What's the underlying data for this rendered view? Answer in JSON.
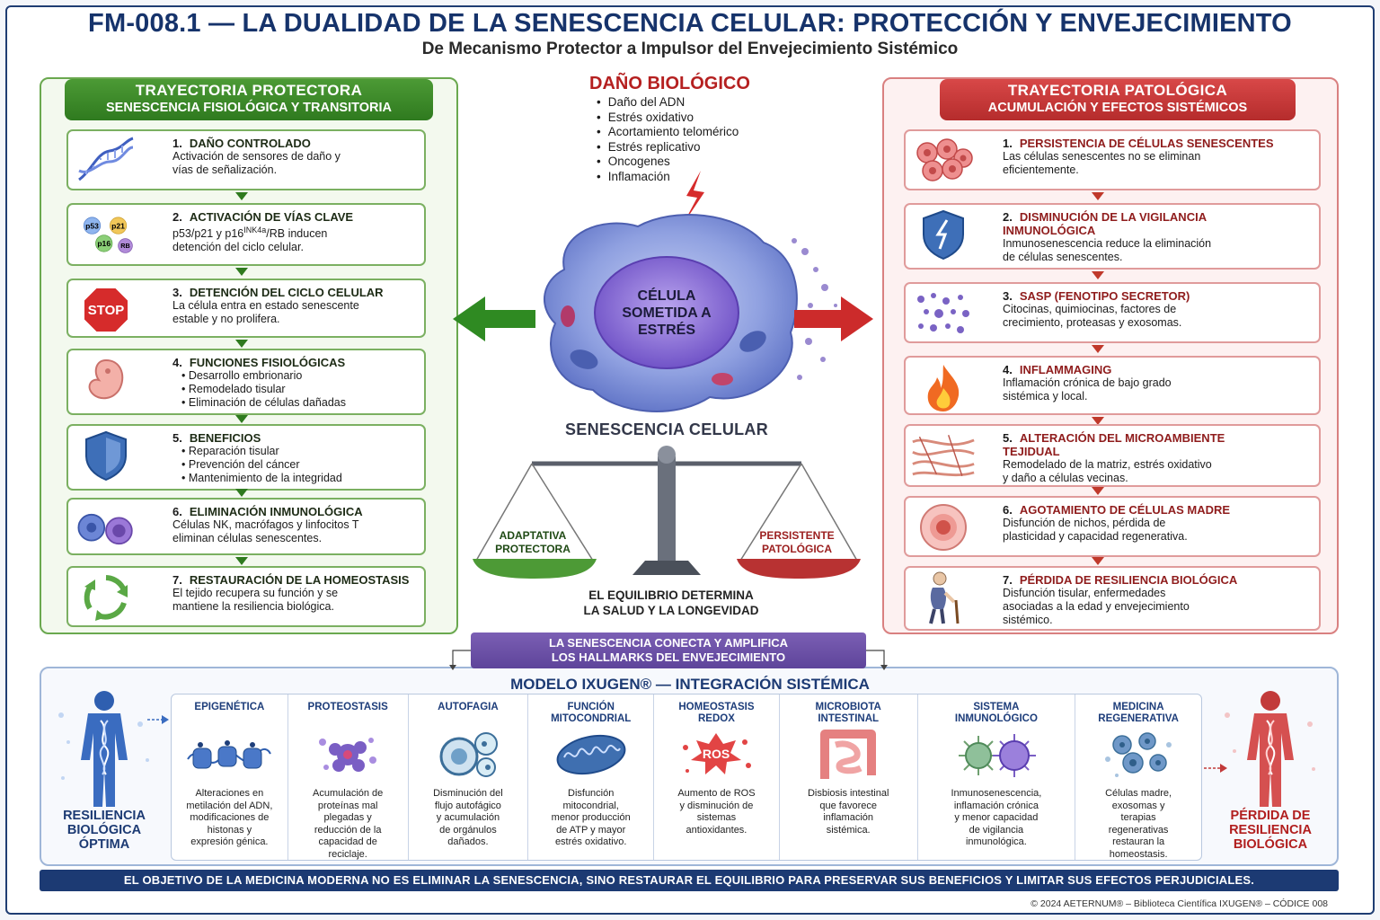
{
  "header": {
    "title": "FM-008.1 — LA DUALIDAD DE LA SENESCENCIA CELULAR: PROTECCIÓN Y ENVEJECIMIENTO",
    "subtitle": "De Mecanismo Protector a Impulsor del Envejecimiento Sistémico"
  },
  "left_panel": {
    "title": "TRAYECTORIA PROTECTORA",
    "subtitle": "SENESCENCIA FISIOLÓGICA Y TRANSITORIA",
    "steps": [
      {
        "num": "1.",
        "title": "DAÑO CONTROLADO",
        "lines": [
          "Activación de sensores de daño y",
          "vías de señalización."
        ],
        "icon": "dna-icon"
      },
      {
        "num": "2.",
        "title": "ACTIVACIÓN DE VÍAS CLAVE",
        "line1_pre": "p53/p21 y p16",
        "line1_sup": "INK4a",
        "line1_post": "/RB inducen",
        "line2": "detención del ciclo celular.",
        "icon": "pathway-proteins-icon",
        "proteins": [
          "p53",
          "p21",
          "p16",
          "RB"
        ]
      },
      {
        "num": "3.",
        "title": "DETENCIÓN DEL CICLO CELULAR",
        "lines": [
          "La célula entra en estado senescente",
          "estable y no prolifera."
        ],
        "icon": "stop-sign-icon",
        "stop_label": "STOP"
      },
      {
        "num": "4.",
        "title": "FUNCIONES FISIOLÓGICAS",
        "bullets": [
          "Desarrollo embrionario",
          "Remodelado tisular",
          "Eliminación de células dañadas"
        ],
        "icon": "embryo-icon"
      },
      {
        "num": "5.",
        "title": "BENEFICIOS",
        "bullets": [
          "Reparación tisular",
          "Prevención del cáncer",
          "Mantenimiento de la integridad"
        ],
        "icon": "shield-icon"
      },
      {
        "num": "6.",
        "title": "ELIMINACIÓN INMUNOLÓGICA",
        "lines": [
          "Células NK, macrófagos y linfocitos T",
          "eliminan células senescentes."
        ],
        "icon": "immune-cells-icon"
      },
      {
        "num": "7.",
        "title": "RESTAURACIÓN DE LA HOMEOSTASIS",
        "lines": [
          "El tejido recupera su función y se",
          "mantiene la resiliencia biológica."
        ],
        "icon": "recycle-icon"
      }
    ]
  },
  "right_panel": {
    "title": "TRAYECTORIA PATOLÓGICA",
    "subtitle": "ACUMULACIÓN Y EFECTOS SISTÉMICOS",
    "steps": [
      {
        "num": "1.",
        "title": "PERSISTENCIA DE CÉLULAS SENESCENTES",
        "lines": [
          "Las células senescentes no se eliminan",
          "eficientemente."
        ],
        "icon": "cell-cluster-icon"
      },
      {
        "num": "2.",
        "title": "DISMINUCIÓN DE LA VIGILANCIA",
        "title2": "INMUNOLÓGICA",
        "lines": [
          "Inmunosenescencia reduce la eliminación",
          "de células senescentes."
        ],
        "icon": "broken-shield-icon"
      },
      {
        "num": "3.",
        "title": "SASP (FENOTIPO SECRETOR)",
        "lines": [
          "Citocinas, quimiocinas, factores de",
          "crecimiento, proteasas y exosomas."
        ],
        "icon": "secretion-dots-icon"
      },
      {
        "num": "4.",
        "title": "INFLAMMAGING",
        "lines": [
          "Inflamación crónica de bajo grado",
          "sistémica y local."
        ],
        "icon": "flame-icon"
      },
      {
        "num": "5.",
        "title": "ALTERACIÓN DEL MICROAMBIENTE",
        "title2": "TEJIDUAL",
        "lines": [
          "Remodelado de la matriz, estrés oxidativo",
          "y daño a células vecinas."
        ],
        "icon": "tissue-fibers-icon"
      },
      {
        "num": "6.",
        "title": "AGOTAMIENTO DE CÉLULAS MADRE",
        "lines": [
          "Disfunción de nichos, pérdida de",
          "plasticidad y capacidad regenerativa."
        ],
        "icon": "stem-cell-icon"
      },
      {
        "num": "7.",
        "title": "PÉRDIDA DE RESILIENCIA BIOLÓGICA",
        "lines": [
          "Disfunción tisular, enfermedades",
          "asociadas a la edad y envejecimiento",
          "sistémico."
        ],
        "icon": "elderly-person-icon"
      }
    ]
  },
  "center": {
    "damage_title": "DAÑO BIOLÓGICO",
    "damage_items": [
      "Daño del ADN",
      "Estrés oxidativo",
      "Acortamiento telomérico",
      "Estrés replicativo",
      "Oncogenes",
      "Inflamación"
    ],
    "cell_label_lines": [
      "CÉLULA",
      "SOMETIDA A",
      "ESTRÉS"
    ],
    "senescence_title": "SENESCENCIA CELULAR",
    "left_pan_lines": [
      "ADAPTATIVA",
      "PROTECTORA"
    ],
    "right_pan_lines": [
      "PERSISTENTE",
      "PATOLÓGICA"
    ],
    "balance_text_lines": [
      "EL EQUILIBRIO DETERMINA",
      "LA SALUD Y LA LONGEVIDAD"
    ],
    "connect_lines": [
      "LA SENESCENCIA CONECTA Y AMPLIFICA",
      "LOS HALLMARKS DEL ENVEJECIMIENTO"
    ]
  },
  "model": {
    "title": "MODELO IXUGEN® — INTEGRACIÓN SISTÉMICA",
    "left_label_lines": [
      "RESILIENCIA",
      "BIOLÓGICA",
      "ÓPTIMA"
    ],
    "right_label_lines": [
      "PÉRDIDA DE",
      "RESILIENCIA",
      "BIOLÓGICA"
    ],
    "hallmarks": [
      {
        "name_lines": [
          "EPIGENÉTICA"
        ],
        "desc_lines": [
          "Alteraciones en",
          "metilación del ADN,",
          "modificaciones de",
          "histonas y",
          "expresión génica."
        ],
        "icon": "nucleosome-icon"
      },
      {
        "name_lines": [
          "PROTEOSTASIS"
        ],
        "desc_lines": [
          "Acumulación de",
          "proteínas mal",
          "plegadas y",
          "reducción de la",
          "capacidad de",
          "reciclaje."
        ],
        "icon": "protein-aggregate-icon"
      },
      {
        "name_lines": [
          "AUTOFAGIA"
        ],
        "desc_lines": [
          "Disminución del",
          "flujo autofágico",
          "y acumulación",
          "de orgánulos",
          "dañados."
        ],
        "icon": "autophagosome-icon"
      },
      {
        "name_lines": [
          "FUNCIÓN",
          "MITOCONDRIAL"
        ],
        "desc_lines": [
          "Disfunción",
          "mitocondrial,",
          "menor producción",
          "de ATP y mayor",
          "estrés oxidativo."
        ],
        "icon": "mitochondria-icon"
      },
      {
        "name_lines": [
          "HOMEOSTASIS",
          "REDOX"
        ],
        "desc_lines": [
          "Aumento de ROS",
          "y disminución de",
          "sistemas",
          "antioxidantes."
        ],
        "icon": "ros-icon",
        "ros_label": "ROS"
      },
      {
        "name_lines": [
          "MICROBIOTA",
          "INTESTINAL"
        ],
        "desc_lines": [
          "Disbiosis intestinal",
          "que favorece",
          "inflamación",
          "sistémica."
        ],
        "icon": "intestine-icon"
      },
      {
        "name_lines": [
          "SISTEMA",
          "INMUNOLÓGICO"
        ],
        "desc_lines": [
          "Inmunosenescencia,",
          "inflamación crónica",
          "y menor capacidad",
          "de vigilancia",
          "inmunológica."
        ],
        "icon": "immune-virus-icon"
      },
      {
        "name_lines": [
          "MEDICINA",
          "REGENERATIVA"
        ],
        "desc_lines": [
          "Células madre,",
          "exosomas y",
          "terapias",
          "regenerativas",
          "restauran la",
          "homeostasis."
        ],
        "icon": "regenerative-cells-icon"
      }
    ]
  },
  "footer": {
    "statement": "EL OBJETIVO DE LA MEDICINA MODERNA NO ES ELIMINAR LA SENESCENCIA, SINO RESTAURAR EL EQUILIBRIO PARA PRESERVAR SUS BENEFICIOS Y LIMITAR SUS EFECTOS PERJUDICIALES.",
    "copyright": "© 2024 AETERNUM® – Biblioteca Científica IXUGEN® – CÓDICE 008"
  },
  "colors": {
    "navy": "#1c3a73",
    "protective_green": "#2f7a1f",
    "pathologic_red": "#b52c2c",
    "connect_purple": "#6a50a8"
  }
}
